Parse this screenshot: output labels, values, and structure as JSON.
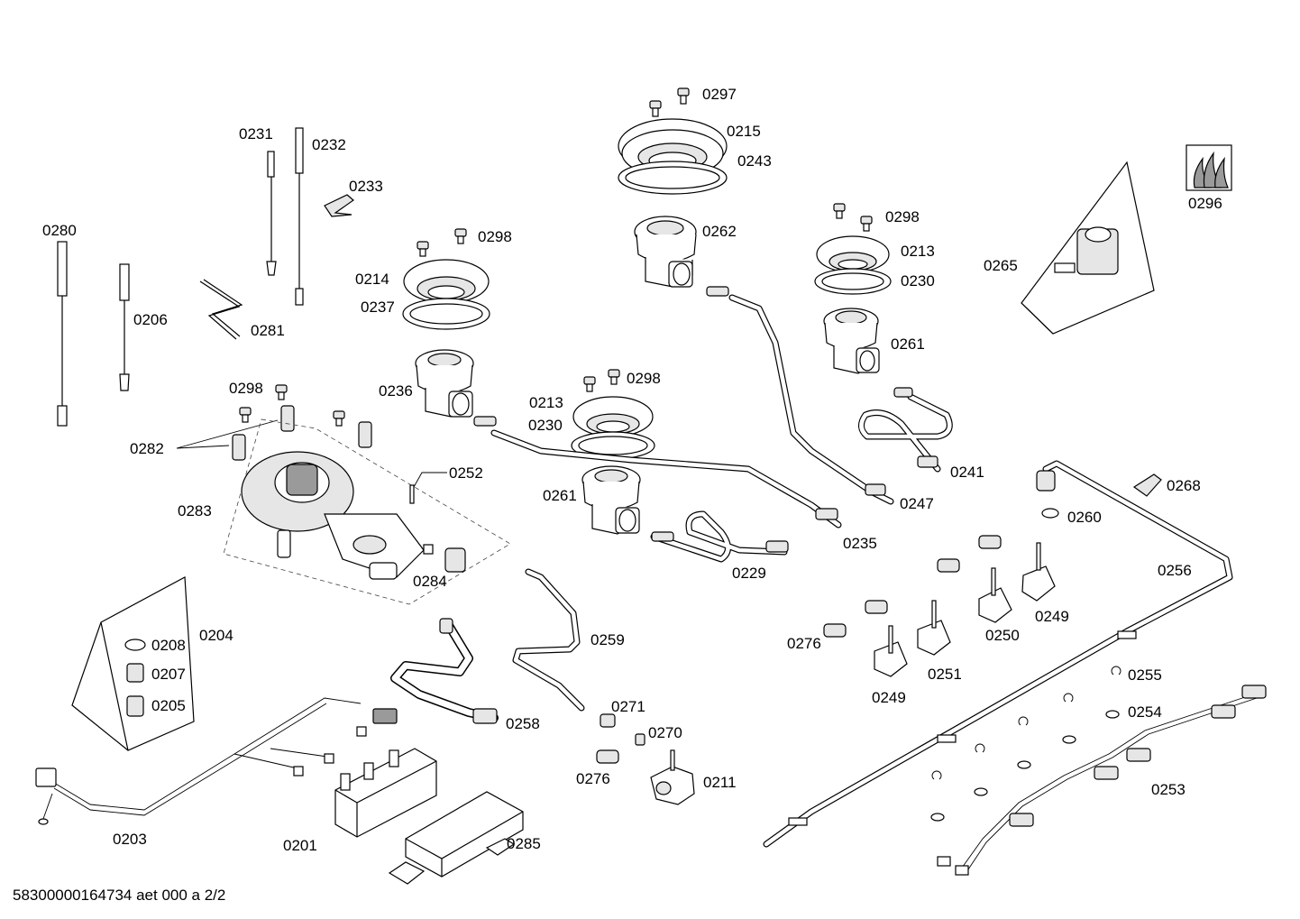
{
  "labels": {
    "l0297": "0297",
    "l0215": "0215",
    "l0243": "0243",
    "l0262": "0262",
    "l0231": "0231",
    "l0232": "0232",
    "l0233": "0233",
    "l0280": "0280",
    "l0206": "0206",
    "l0281": "0281",
    "l0298a": "0298",
    "l0214": "0214",
    "l0237": "0237",
    "l0236": "0236",
    "l0298b": "0298",
    "l0213a": "0213",
    "l0230a": "0230",
    "l0261a": "0261",
    "l0298c": "0298",
    "l0213b": "0213",
    "l0230b": "0230",
    "l0261b": "0261",
    "l0298d": "0298",
    "l0296": "0296",
    "l0265": "0265",
    "l0282": "0282",
    "l0252": "0252",
    "l0283": "0283",
    "l0284": "0284",
    "l0241": "0241",
    "l0247": "0247",
    "l0235": "0235",
    "l0229": "0229",
    "l0268": "0268",
    "l0260": "0260",
    "l0256": "0256",
    "l0249a": "0249",
    "l0250": "0250",
    "l0276a": "0276",
    "l0251": "0251",
    "l0249b": "0249",
    "l0255": "0255",
    "l0254": "0254",
    "l0253": "0253",
    "l0204": "0204",
    "l0208": "0208",
    "l0207": "0207",
    "l0205": "0205",
    "l0259": "0259",
    "l0271": "0271",
    "l0270": "0270",
    "l0276b": "0276",
    "l0211": "0211",
    "l0258": "0258",
    "l0203": "0203",
    "l0201": "0201",
    "l0285": "0285"
  },
  "footer": {
    "doc_id": "58300000164734 aet 000 a 2/2"
  },
  "icons": {
    "flame_badge": "gas-flame-icon"
  }
}
